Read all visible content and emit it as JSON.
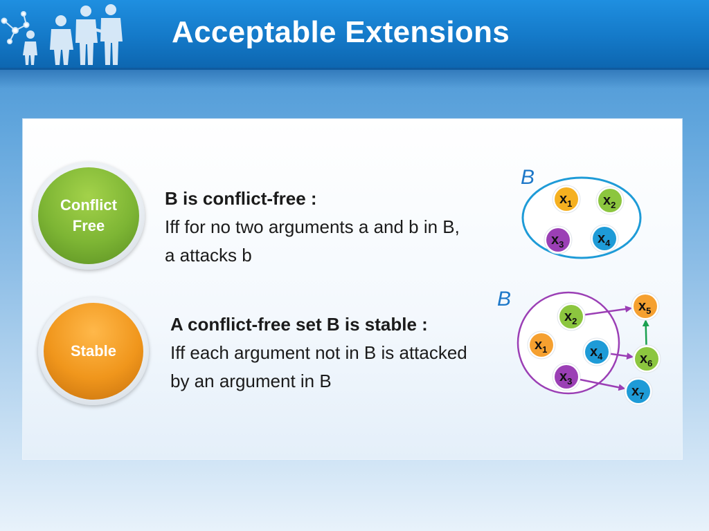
{
  "slide": {
    "title": "Acceptable Extensions"
  },
  "badges": {
    "conflict_free": "Conflict\nFree",
    "stable": "Stable"
  },
  "definitions": {
    "conflict_free": {
      "heading": "B is conflict-free :",
      "body": "Iff for no two arguments a and b in B, a attacks b"
    },
    "stable": {
      "heading": "A conflict-free set B is stable :",
      "body": "Iff each argument not in B is attacked by an argument in B"
    }
  },
  "diagram_top": {
    "set_label": "B",
    "nodes": [
      {
        "base": "x",
        "sub": "1",
        "color": "#f5b020"
      },
      {
        "base": "x",
        "sub": "2",
        "color": "#8cc63f"
      },
      {
        "base": "x",
        "sub": "3",
        "color": "#9b3fb5"
      },
      {
        "base": "x",
        "sub": "4",
        "color": "#1e9bd7"
      }
    ]
  },
  "diagram_bottom": {
    "set_label": "B",
    "nodes": [
      {
        "base": "x",
        "sub": "1",
        "color": "#f5a030"
      },
      {
        "base": "x",
        "sub": "2",
        "color": "#8cc63f"
      },
      {
        "base": "x",
        "sub": "3",
        "color": "#9b3fb5"
      },
      {
        "base": "x",
        "sub": "4",
        "color": "#1e9bd7"
      },
      {
        "base": "x",
        "sub": "5",
        "color": "#f5a030"
      },
      {
        "base": "x",
        "sub": "6",
        "color": "#8cc63f"
      },
      {
        "base": "x",
        "sub": "7",
        "color": "#1e9bd7"
      }
    ],
    "attacks": [
      {
        "from": "x2",
        "to": "x5",
        "color": "#9b3fb5"
      },
      {
        "from": "x4",
        "to": "x6",
        "color": "#9b3fb5"
      },
      {
        "from": "x3",
        "to": "x7",
        "color": "#9b3fb5"
      },
      {
        "from": "x6",
        "to": "x5",
        "color": "#1aa050"
      }
    ]
  },
  "colors": {
    "header": "#1479c8",
    "top_set_border": "#1e9bd7",
    "bottom_set_border": "#9b3fb5",
    "set_label": "#1e78c8"
  }
}
